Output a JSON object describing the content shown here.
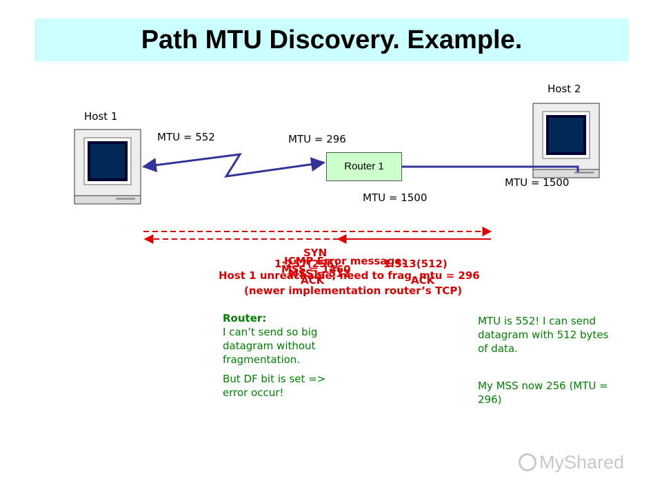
{
  "title": "Path MTU Discovery. Example.",
  "hosts": {
    "host1": "Host 1",
    "host2": "Host 2"
  },
  "router": "Router 1",
  "mtu_labels": {
    "host1_link": "MTU = 552",
    "router_in": "MTU = 296",
    "router_out": "MTU = 1500",
    "host2_link": "MTU = 1500"
  },
  "packets": {
    "syn": "SYN",
    "mss1": "MSS = 1460",
    "ack1": "ACK",
    "mss2": "MSS = 512",
    "seq1": "1:257(256)",
    "seq2": "1:513(512)",
    "ack2": "ACK",
    "icmp_title": "ICMP Error message:",
    "icmp_line1": "Host 1 unreachable, need to frag, mtu = 296",
    "icmp_line2": "(newer implementation router’s TCP)"
  },
  "notes": {
    "router_heading": "Router:",
    "router_line1": "I can’t send so big datagram without fragmentation.",
    "router_line2": "But DF bit is set => error occur!",
    "host_line1": "MTU is 552! I can send datagram with 512 bytes of data.",
    "host_line2": "My MSS now 256 (MTU = 296)"
  },
  "watermark": "MyShared",
  "colors": {
    "title_bg": "#ccffff",
    "router_bg": "#ccffcc",
    "link": "#333399",
    "packet_text": "#dd0000",
    "note_text": "#008000"
  }
}
